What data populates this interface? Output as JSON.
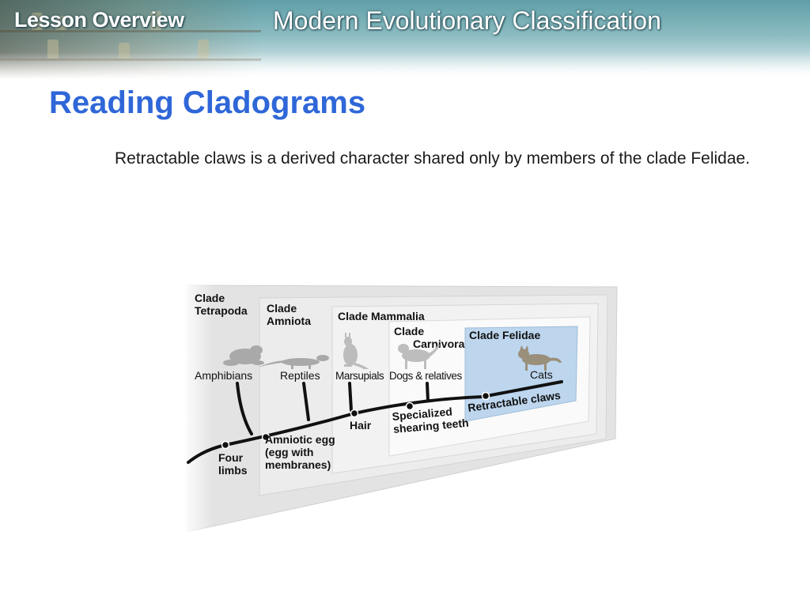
{
  "header": {
    "section_label": "Lesson Overview",
    "lesson_title": "Modern Evolutionary Classification"
  },
  "slide": {
    "title": "Reading Cladograms",
    "body": "Retractable claws is a derived character shared only by members of the clade Felidae."
  },
  "cladogram": {
    "clades": [
      {
        "line1": "Clade",
        "line2": "Tetrapoda"
      },
      {
        "line1": "Clade",
        "line2": "Amniota"
      },
      {
        "line1": "Clade Mammalia",
        "line2": ""
      },
      {
        "line1": "Clade",
        "line2": "Carnivora"
      },
      {
        "line1": "Clade Felidae",
        "line2": ""
      }
    ],
    "taxa": [
      "Amphibians",
      "Reptiles",
      "Marsupials",
      "Dogs & relatives",
      "Cats"
    ],
    "characters": [
      {
        "lines": [
          "Four",
          "limbs"
        ]
      },
      {
        "lines": [
          "Amniotic egg",
          "(egg with",
          "membranes)"
        ]
      },
      {
        "lines": [
          "Hair"
        ]
      },
      {
        "lines": [
          "Specialized",
          "shearing teeth"
        ]
      },
      {
        "lines": [
          "Retractable claws"
        ]
      }
    ],
    "colors": {
      "felidae_panel": "#bdd6ee",
      "branch": "#111111"
    }
  }
}
